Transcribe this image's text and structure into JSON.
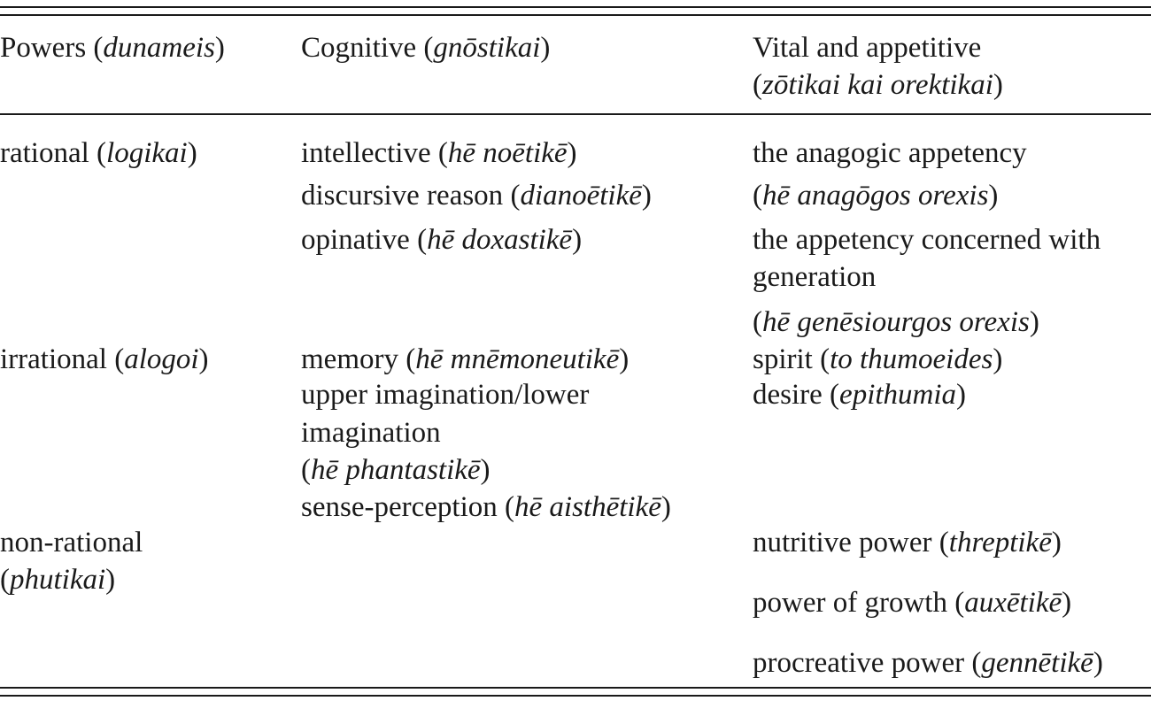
{
  "header": {
    "powers": {
      "label": "Powers",
      "term": "dunameis"
    },
    "cognitive": {
      "label": "Cognitive",
      "term": "gnōstikai"
    },
    "vital": {
      "label": "Vital and appetitive",
      "term": "zōtikai kai orektikai"
    }
  },
  "rows": {
    "rational": {
      "power": {
        "label": "rational",
        "term": "logikai"
      },
      "cognitive": [
        {
          "label": "intellective",
          "term": "hē noētikē"
        },
        {
          "label": "discursive reason",
          "term": "dianoētikē"
        },
        {
          "label": "opinative",
          "term": "hē doxastikē"
        }
      ],
      "vital": [
        {
          "text": "the anagogic appetency"
        },
        {
          "term": "hē anagōgos orexis"
        },
        {
          "text": "the appetency concerned with"
        },
        {
          "text": "generation"
        },
        {
          "term": "hē genēsiourgos orexis"
        }
      ]
    },
    "irrational": {
      "power": {
        "label": "irrational",
        "term": "alogoi"
      },
      "cognitive": [
        {
          "label": "memory",
          "term": "hē mnēmoneutikē"
        },
        {
          "text": "upper imagination/lower"
        },
        {
          "text": "imagination"
        },
        {
          "term": "hē phantastikē"
        },
        {
          "label": "sense-perception",
          "term": "hē aisthētikē"
        }
      ],
      "vital": [
        {
          "label": "spirit",
          "term": "to thumoeides"
        },
        {
          "label": "desire",
          "term": "epithumia"
        }
      ]
    },
    "non_rational": {
      "power": {
        "line1": "non-rational",
        "term": "phutikai"
      },
      "vital": [
        {
          "label": "nutritive power",
          "term": "threptikē"
        },
        {
          "label": "power of growth",
          "term": "auxētikē"
        },
        {
          "label": "procreative power",
          "term": "gennētikē"
        }
      ]
    }
  }
}
